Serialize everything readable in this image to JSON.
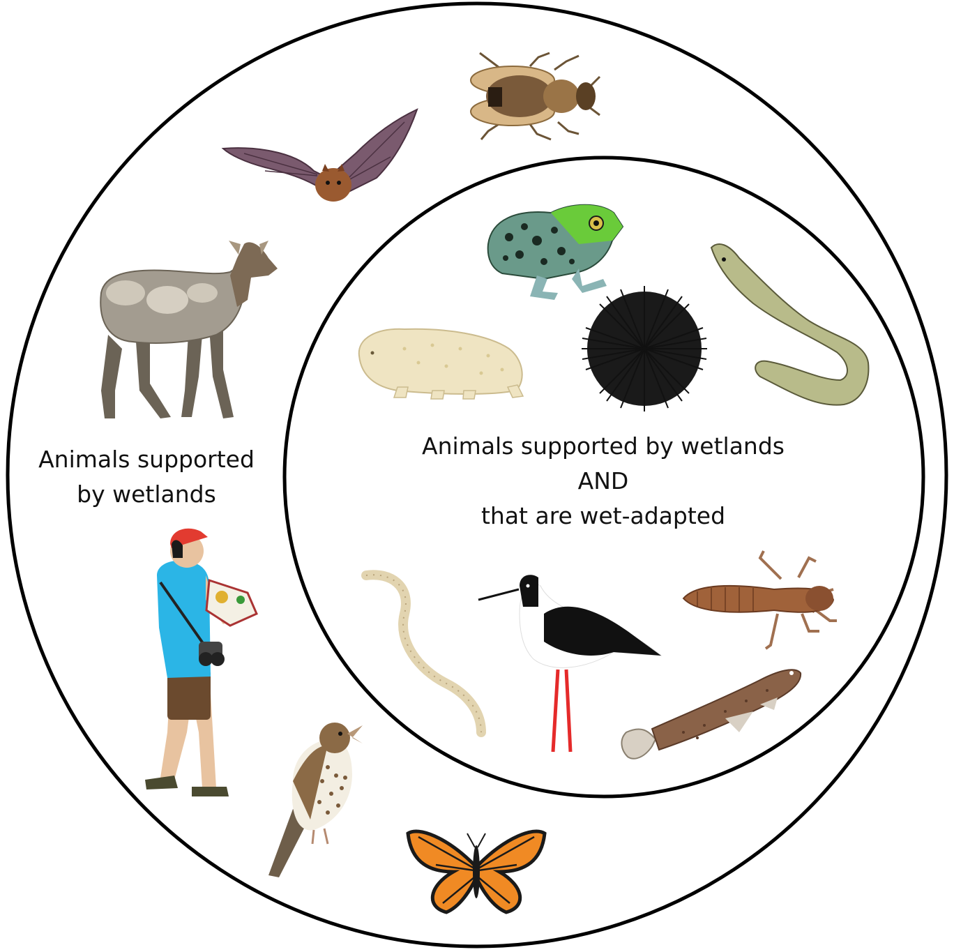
{
  "outer_set": {
    "lines": [
      "Animals supported",
      "by wetlands"
    ]
  },
  "inner_set": {
    "lines": [
      "Animals supported by wetlands",
      "AND",
      "that are wet-adapted"
    ]
  },
  "outer_animals": [
    "fly-icon",
    "bat-icon",
    "elk-icon",
    "birdwatcher-icon",
    "thrush-icon",
    "monarch-butterfly-icon"
  ],
  "inner_animals": [
    "frog-icon",
    "eel-icon",
    "tardigrade-icon",
    "sea-urchin-icon",
    "worm-icon",
    "stilt-bird-icon",
    "dragonfly-nymph-icon",
    "loach-fish-icon"
  ],
  "colors": {
    "ring": "#000000",
    "background": "#ffffff"
  }
}
